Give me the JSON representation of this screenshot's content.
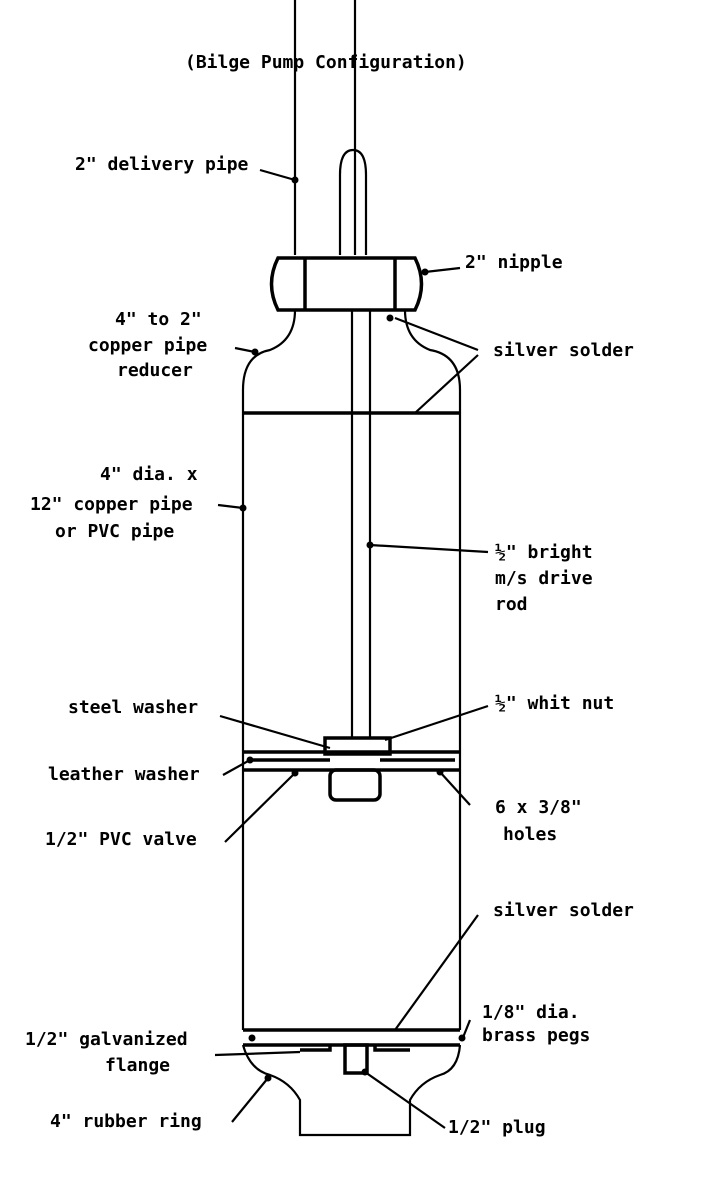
{
  "title": "(Bilge Pump Configuration)",
  "labels": {
    "delivery_pipe": "2\" delivery pipe",
    "nipple": "2\" nipple",
    "reducer_1": "4\" to 2\"",
    "reducer_2": "copper pipe",
    "reducer_3": "reducer",
    "silver_solder_top": "silver solder",
    "pipe_1": "4\" dia. x",
    "pipe_2": "12\" copper pipe",
    "pipe_3": "or PVC pipe",
    "rod_1": "½\" bright",
    "rod_2": "m/s drive",
    "rod_3": "rod",
    "steel_washer": "steel washer",
    "whit_nut": "½\" whit nut",
    "leather_washer": "leather washer",
    "holes_1": "6 x 3/8\"",
    "holes_2": "holes",
    "pvc_valve": "1/2\" PVC valve",
    "silver_solder_bottom": "silver solder",
    "pegs_1": "1/8\" dia.",
    "pegs_2": "brass pegs",
    "flange_1": "1/2\" galvanized",
    "flange_2": "flange",
    "rubber_ring": "4\" rubber ring",
    "plug": "1/2\" plug"
  }
}
